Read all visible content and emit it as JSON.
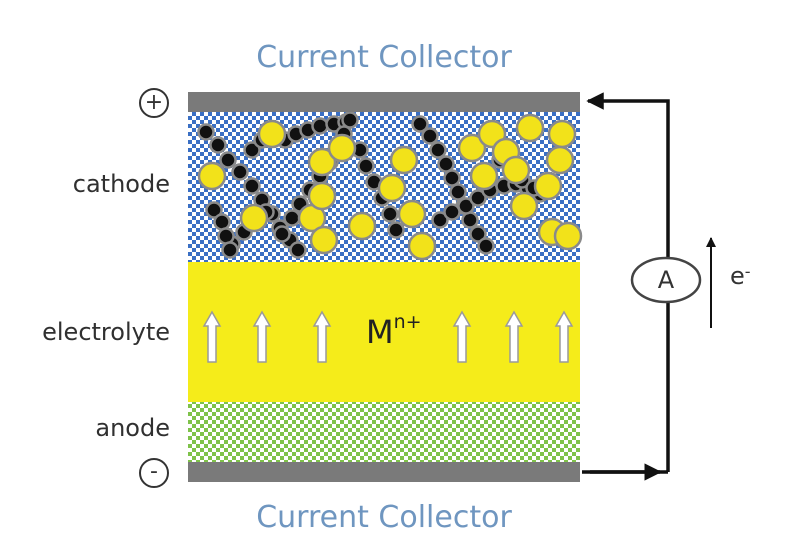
{
  "labels": {
    "current_collector_top": "Current Collector",
    "current_collector_bottom": "Current Collector",
    "cathode": "cathode",
    "electrolyte": "electrolyte",
    "anode": "anode",
    "positive_terminal": "+",
    "negative_terminal": "-",
    "ion_base": "M",
    "ion_charge": "n+",
    "ammeter": "A",
    "electron_base": "e",
    "electron_charge": "-"
  },
  "colors": {
    "collector": "#7a7a7a",
    "cathode_checker": "#3a6fc4",
    "active_particle": "#f2e21a",
    "carbon_particle": "#111111",
    "binder_outline": "#8a8a8a",
    "electrolyte": "#f5ec1a",
    "anode_checker": "#7fc24a",
    "collector_label": "#6f96c0",
    "wire": "#111111"
  }
}
